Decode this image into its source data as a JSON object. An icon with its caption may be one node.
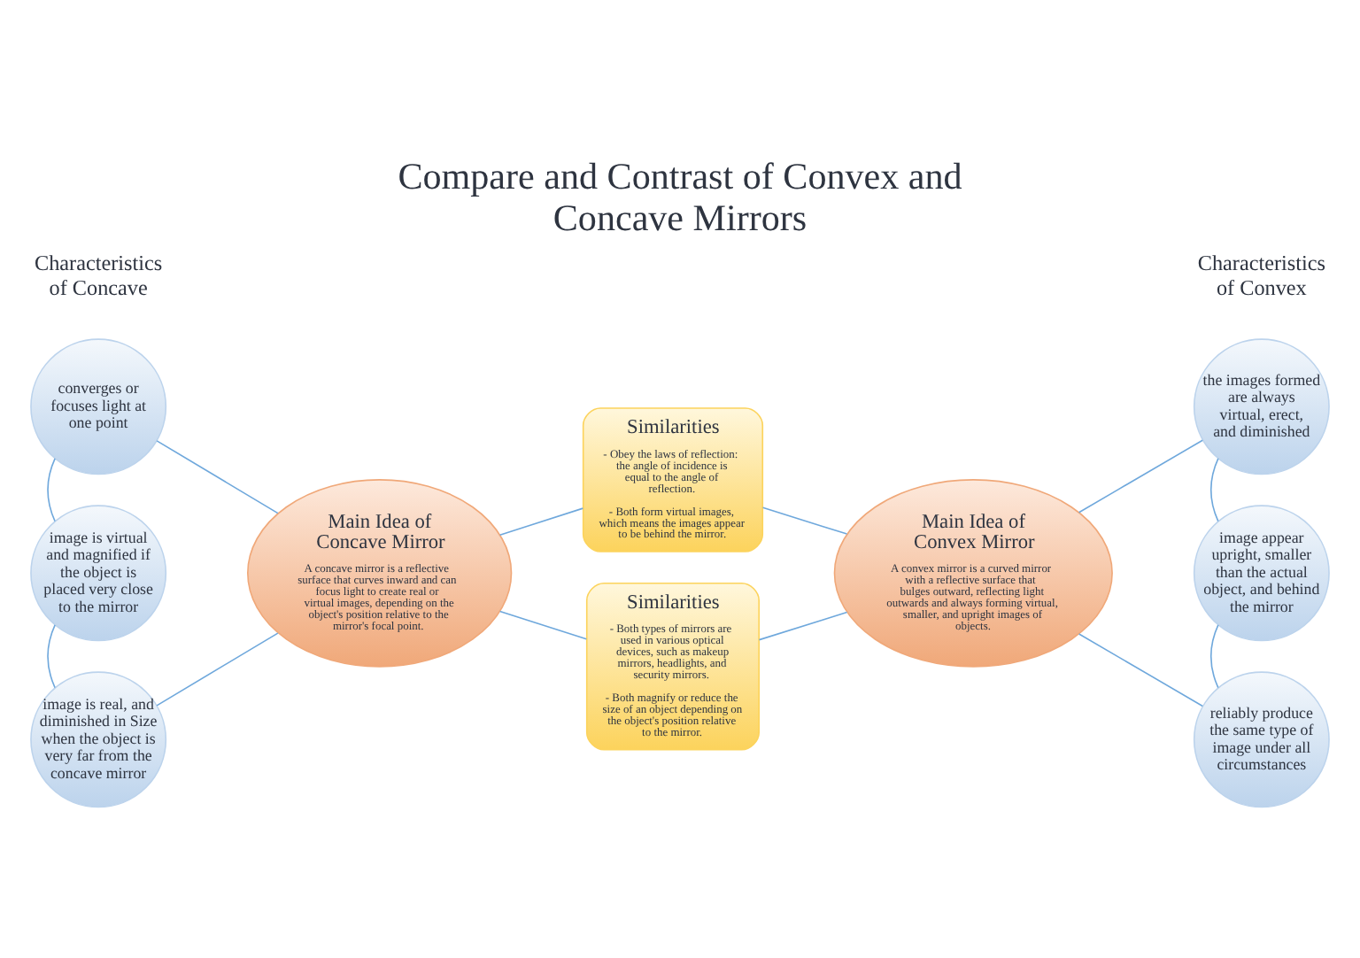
{
  "diagram": {
    "title": "Compare and Contrast of Convex and Concave Mirrors",
    "nodes": [
      {
        "text": [
          "converges or focuses light at one point"
        ]
      },
      {
        "text": [
          "image is virtual and magnified if the object is placed very close to the mirror"
        ]
      },
      {
        "text": [
          "image is real, and diminished in Size when the object is very far from the concave mirror"
        ]
      },
      {
        "text": [
          "Main Idea of Concave Mirror",
          "A concave mirror is a reflective surface that curves inward and can focus light to create real or virtual images, depending on the object's position relative to the mirror's focal point."
        ]
      },
      {
        "text": [
          "Similarities",
          "- Obey the laws of reflection: the angle of incidence is equal to the angle of reflection.",
          "- Both form virtual images, which means the images appear to be behind the mirror."
        ]
      },
      {
        "text": [
          "Similarities",
          "- Both types of mirrors are used in various optical devices, such as makeup mirrors, headlights, and security mirrors.",
          "- Both magnify or reduce the size of an object depending on the object's position relative to the mirror."
        ]
      },
      {
        "text": [
          "Main Idea of Convex Mirror",
          "A convex mirror is a curved mirror with a reflective surface that bulges outward, reflecting light outwards and always forming virtual, smaller, and upright images of objects."
        ]
      },
      {
        "text": [
          "the images formed are always virtual, erect, and diminished"
        ]
      },
      {
        "text": [
          "image appear upright, smaller than the actual object, and behind the mirror"
        ]
      },
      {
        "text": [
          "reliably produce the same type of image under all circumstances"
        ]
      }
    ],
    "edges": [
      {
        "from": 0,
        "to": 1,
        "arrow": "none"
      },
      {
        "from": 1,
        "to": 2,
        "arrow": "none"
      },
      {
        "from": 0,
        "to": 3,
        "arrow": "none"
      },
      {
        "from": 2,
        "to": 3,
        "arrow": "none"
      },
      {
        "from": 3,
        "to": 4,
        "arrow": "none"
      },
      {
        "from": 3,
        "to": 5,
        "arrow": "none"
      },
      {
        "from": 4,
        "to": 6,
        "arrow": "none"
      },
      {
        "from": 5,
        "to": 6,
        "arrow": "none"
      },
      {
        "from": 6,
        "to": 7,
        "arrow": "none"
      },
      {
        "from": 6,
        "to": 9,
        "arrow": "none"
      },
      {
        "from": 7,
        "to": 8,
        "arrow": "none"
      },
      {
        "from": 8,
        "to": 9,
        "arrow": "none"
      }
    ],
    "labels": [
      "Characteristics of Concave",
      "Characteristics of Convex"
    ]
  }
}
